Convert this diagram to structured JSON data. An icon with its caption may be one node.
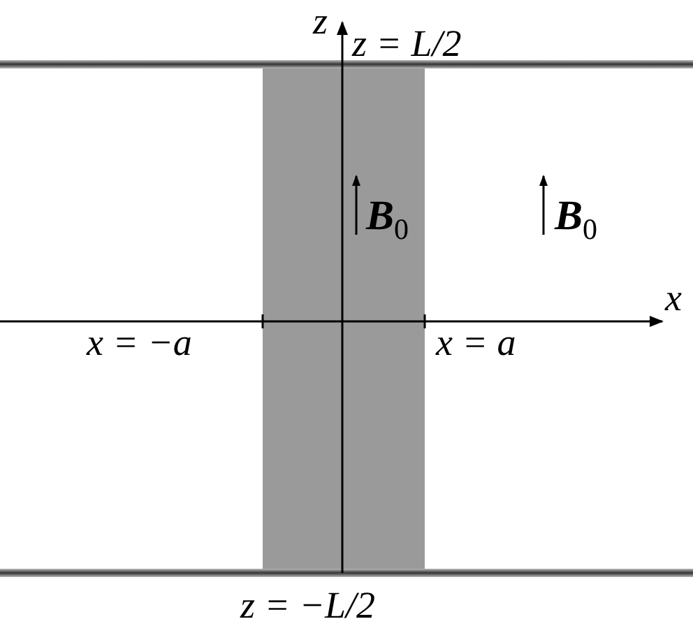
{
  "diagram": {
    "labels": [
      "z",
      "z = L/2",
      "**B**$_{0}$",
      "**B**$_{0}$",
      "x",
      "x = −a",
      "x = a",
      "z = −L/2"
    ]
  }
}
